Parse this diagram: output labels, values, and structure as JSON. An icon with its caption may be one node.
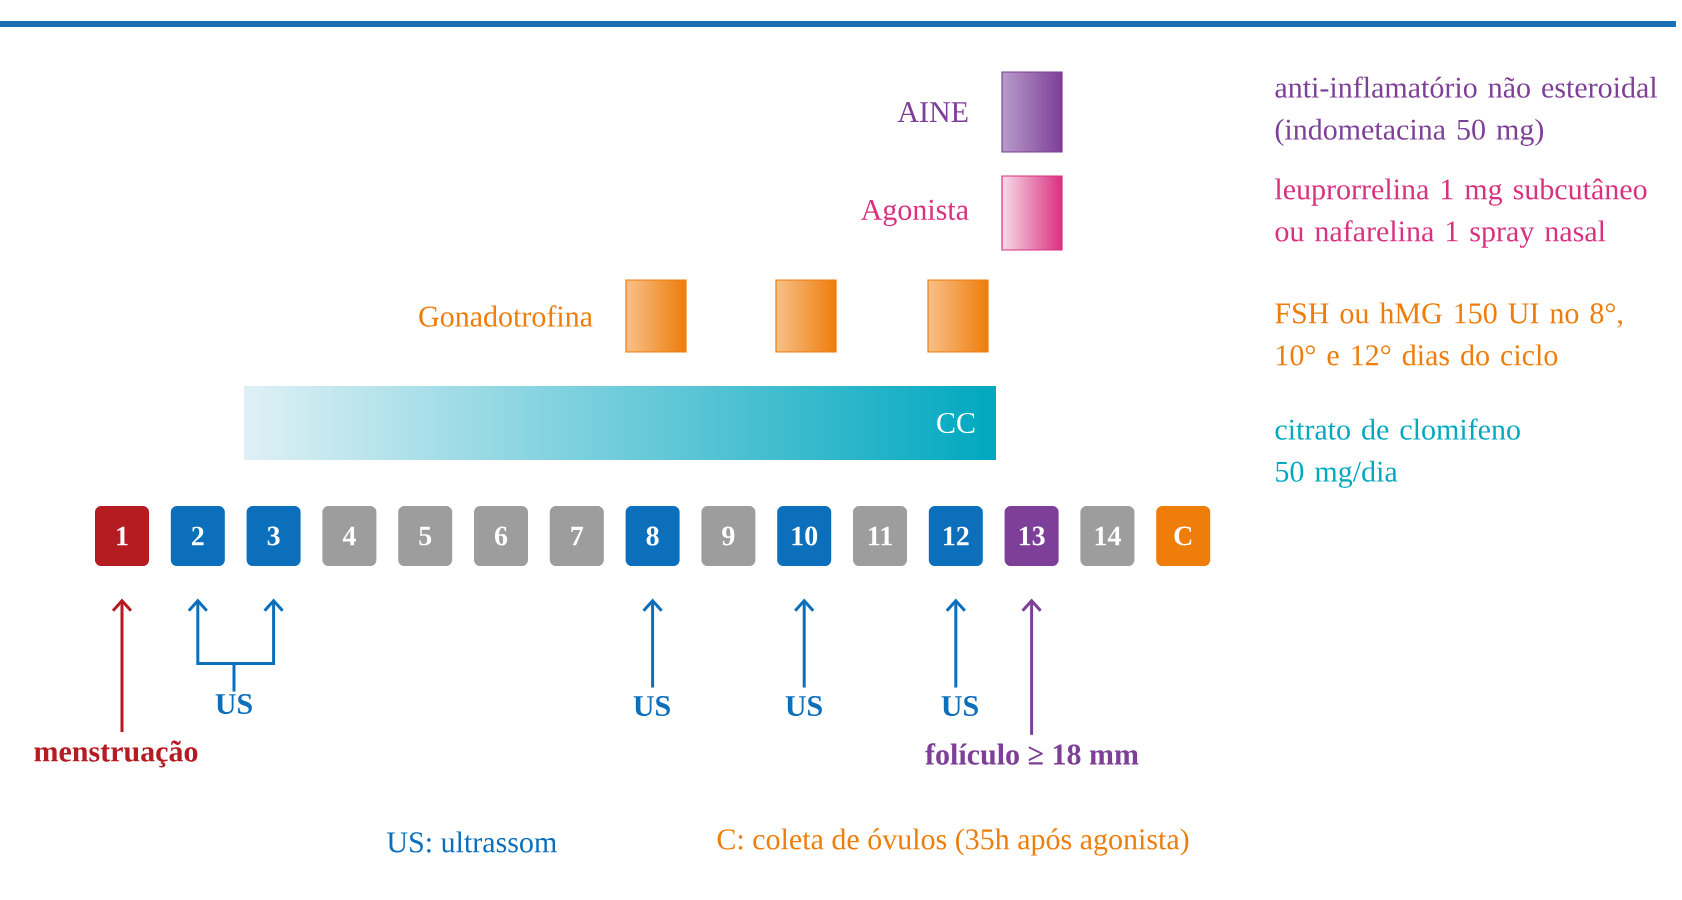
{
  "diagram": {
    "nodes": [
      {
        "text": [],
        "shape": "box",
        "beside": [
          "AINE"
        ]
      },
      {
        "text": [],
        "shape": "box",
        "beside": [
          "Agonista"
        ]
      },
      {
        "text": [],
        "shape": "box",
        "beside": [
          "Gonadotrofina"
        ]
      },
      {
        "text": [],
        "shape": "box"
      },
      {
        "text": [],
        "shape": "box"
      },
      {
        "text": [
          "CC"
        ]
      },
      {
        "text": [
          "1"
        ]
      },
      {
        "text": [
          "2"
        ]
      },
      {
        "text": [
          "3"
        ]
      },
      {
        "text": [
          "4"
        ]
      },
      {
        "text": [
          "5"
        ]
      },
      {
        "text": [
          "6"
        ]
      },
      {
        "text": [
          "7"
        ]
      },
      {
        "text": [
          "8"
        ]
      },
      {
        "text": [
          "9"
        ]
      },
      {
        "text": [
          "10"
        ]
      },
      {
        "text": [
          "11"
        ]
      },
      {
        "text": [
          "12"
        ]
      },
      {
        "text": [
          "13"
        ]
      },
      {
        "text": [
          "14"
        ]
      },
      {
        "text": [
          "C"
        ]
      },
      {
        "text": [
          "US"
        ]
      },
      {
        "text": [
          "US"
        ]
      },
      {
        "text": [
          "US"
        ]
      },
      {
        "text": [
          "US"
        ]
      },
      {
        "text": [
          "menstruação"
        ]
      },
      {
        "text": [
          "folículo ≥ 18 mm"
        ]
      }
    ],
    "edges": [
      {
        "from": 25,
        "to": 6,
        "arrow": "to",
        "color": "#b51c22"
      },
      {
        "from": 21,
        "to": 7,
        "arrow": "to"
      },
      {
        "from": 21,
        "to": 8,
        "arrow": "to"
      },
      {
        "from": 22,
        "to": 13,
        "arrow": "to"
      },
      {
        "from": 23,
        "to": 15,
        "arrow": "to"
      },
      {
        "from": 24,
        "to": 17,
        "arrow": "to"
      },
      {
        "from": 26,
        "to": 18,
        "arrow": "to",
        "color": "#7d3f97"
      }
    ],
    "labels": [
      "anti-inflamatório não esteroidal (indometacina 50 mg)",
      "leuprorrelina 1 mg subcutâneo ou nafarelina 1 spray nasal",
      "FSH ou hMG 150 UI no 8°, 10° e 12° dias do ciclo",
      "citrato de clomifeno 50 mg/dia",
      "US: ultrassom",
      "C: coleta de óvulos (35h após agonista)"
    ]
  }
}
